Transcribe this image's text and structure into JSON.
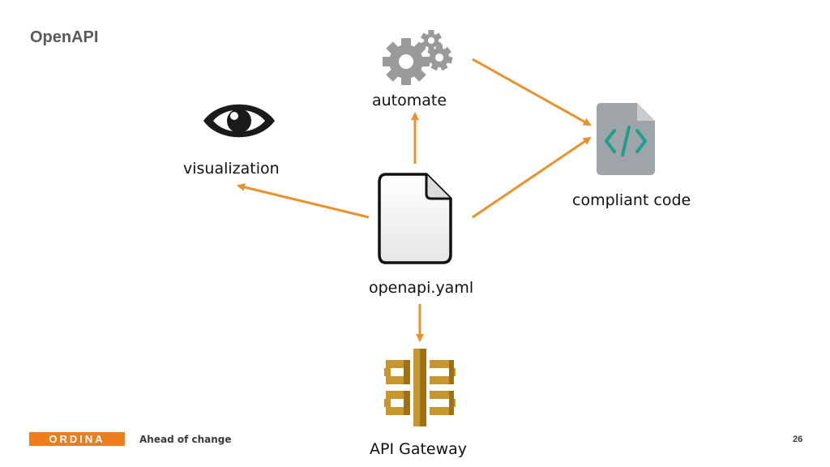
{
  "slide": {
    "title": "OpenAPI",
    "page_number": "26"
  },
  "nodes": {
    "center": {
      "label": "openapi.yaml",
      "icon": "document-icon"
    },
    "automate": {
      "label": "automate",
      "icon": "gears-icon"
    },
    "visualization": {
      "label": "visualization",
      "icon": "eye-icon"
    },
    "compliant_code": {
      "label": "compliant code",
      "icon": "code-file-icon"
    },
    "gateway": {
      "label": "API Gateway",
      "icon": "api-gateway-icon"
    }
  },
  "footer": {
    "logo_text": "ORDINA",
    "tagline": "Ahead of change"
  },
  "colors": {
    "arrow": "#E8922B",
    "title": "#5A5A5A",
    "logo": "#F07D1B",
    "gear": "#9A9A9A",
    "code_file": "#9FA4A8",
    "code_symbol": "#1E9E8E",
    "gateway": "#C8962E"
  }
}
